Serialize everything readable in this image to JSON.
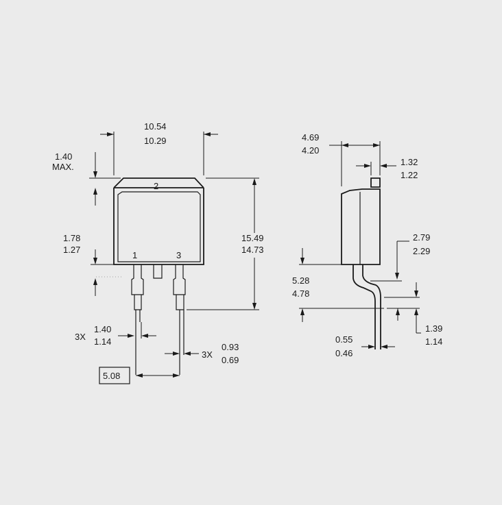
{
  "colors": {
    "background": "#ebebeb",
    "ink": "#1a1a1a"
  },
  "front_view": {
    "body_width_max": "10.54",
    "body_width_min": "10.29",
    "tab_height_max": "1.40",
    "tab_height_note": "MAX.",
    "lead_length_max": "1.78",
    "lead_length_min": "1.27",
    "overall_height_max": "15.49",
    "overall_height_min": "14.73",
    "pin_label_1": "1",
    "pin_label_2": "2",
    "pin_label_3": "3",
    "lead_width_count": "3X",
    "lead_width_max": "1.40",
    "lead_width_min": "1.14",
    "lead_tip_count": "3X",
    "lead_tip_max": "0.93",
    "lead_tip_min": "0.69",
    "pitch": "5.08"
  },
  "side_view": {
    "body_thickness_max": "4.69",
    "body_thickness_min": "4.20",
    "tab_thickness_max": "1.32",
    "tab_thickness_min": "1.22",
    "lead_offset_max": "2.79",
    "lead_offset_min": "2.29",
    "standoff_max": "5.28",
    "standoff_min": "4.78",
    "foot_length_max": "1.39",
    "foot_length_min": "1.14",
    "lead_thickness_max": "0.55",
    "lead_thickness_min": "0.46"
  }
}
